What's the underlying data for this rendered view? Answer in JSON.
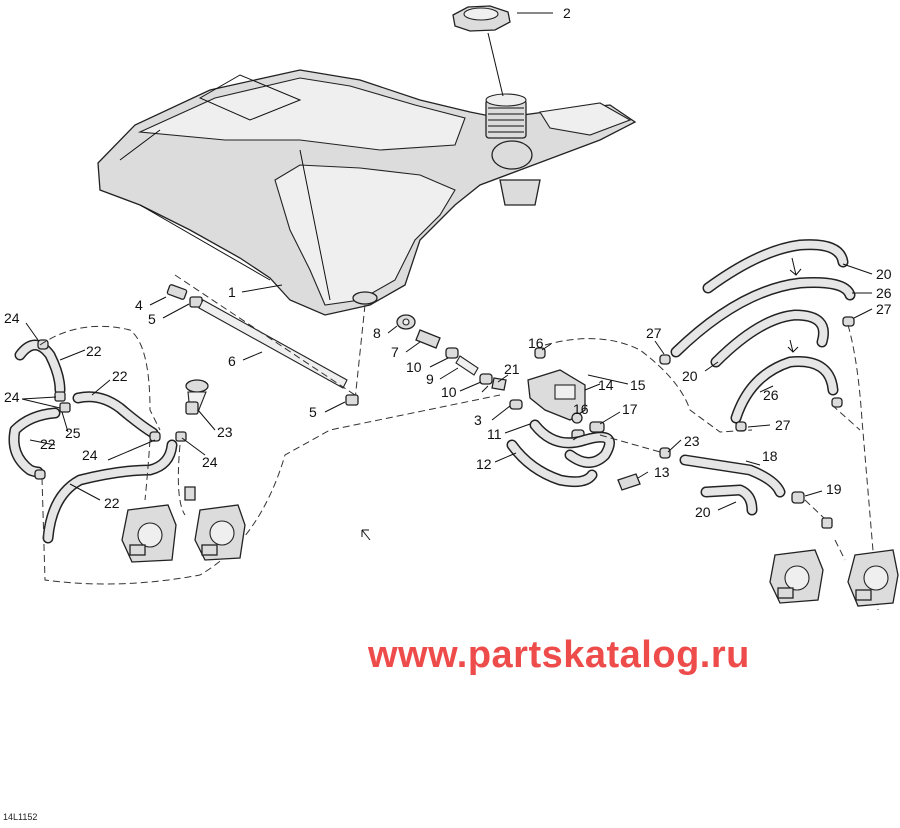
{
  "callouts": [
    {
      "id": "c1",
      "label": "1"
    },
    {
      "id": "c2",
      "label": "2"
    },
    {
      "id": "c3",
      "label": "3"
    },
    {
      "id": "c4",
      "label": "4"
    },
    {
      "id": "c5a",
      "label": "5"
    },
    {
      "id": "c5b",
      "label": "5"
    },
    {
      "id": "c6",
      "label": "6"
    },
    {
      "id": "c7",
      "label": "7"
    },
    {
      "id": "c8",
      "label": "8"
    },
    {
      "id": "c9",
      "label": "9"
    },
    {
      "id": "c10a",
      "label": "10"
    },
    {
      "id": "c10b",
      "label": "10"
    },
    {
      "id": "c11",
      "label": "11"
    },
    {
      "id": "c12",
      "label": "12"
    },
    {
      "id": "c13",
      "label": "13"
    },
    {
      "id": "c14",
      "label": "14"
    },
    {
      "id": "c15",
      "label": "15"
    },
    {
      "id": "c16a",
      "label": "16"
    },
    {
      "id": "c16b",
      "label": "16"
    },
    {
      "id": "c17",
      "label": "17"
    },
    {
      "id": "c18",
      "label": "18"
    },
    {
      "id": "c19",
      "label": "19"
    },
    {
      "id": "c20a",
      "label": "20"
    },
    {
      "id": "c20b",
      "label": "20"
    },
    {
      "id": "c20c",
      "label": "20"
    },
    {
      "id": "c21",
      "label": "21"
    },
    {
      "id": "c22a",
      "label": "22"
    },
    {
      "id": "c22b",
      "label": "22"
    },
    {
      "id": "c22c",
      "label": "22"
    },
    {
      "id": "c22d",
      "label": "22"
    },
    {
      "id": "c23a",
      "label": "23"
    },
    {
      "id": "c23b",
      "label": "23"
    },
    {
      "id": "c24a",
      "label": "24"
    },
    {
      "id": "c24b",
      "label": "24"
    },
    {
      "id": "c24c",
      "label": "24"
    },
    {
      "id": "c24d",
      "label": "24"
    },
    {
      "id": "c25",
      "label": "25"
    },
    {
      "id": "c26a",
      "label": "26"
    },
    {
      "id": "c26b",
      "label": "26"
    },
    {
      "id": "c27a",
      "label": "27"
    },
    {
      "id": "c27b",
      "label": "27"
    },
    {
      "id": "c27c",
      "label": "27"
    }
  ],
  "watermark": "www.partskatalog.ru",
  "figure_code": "14L1152"
}
